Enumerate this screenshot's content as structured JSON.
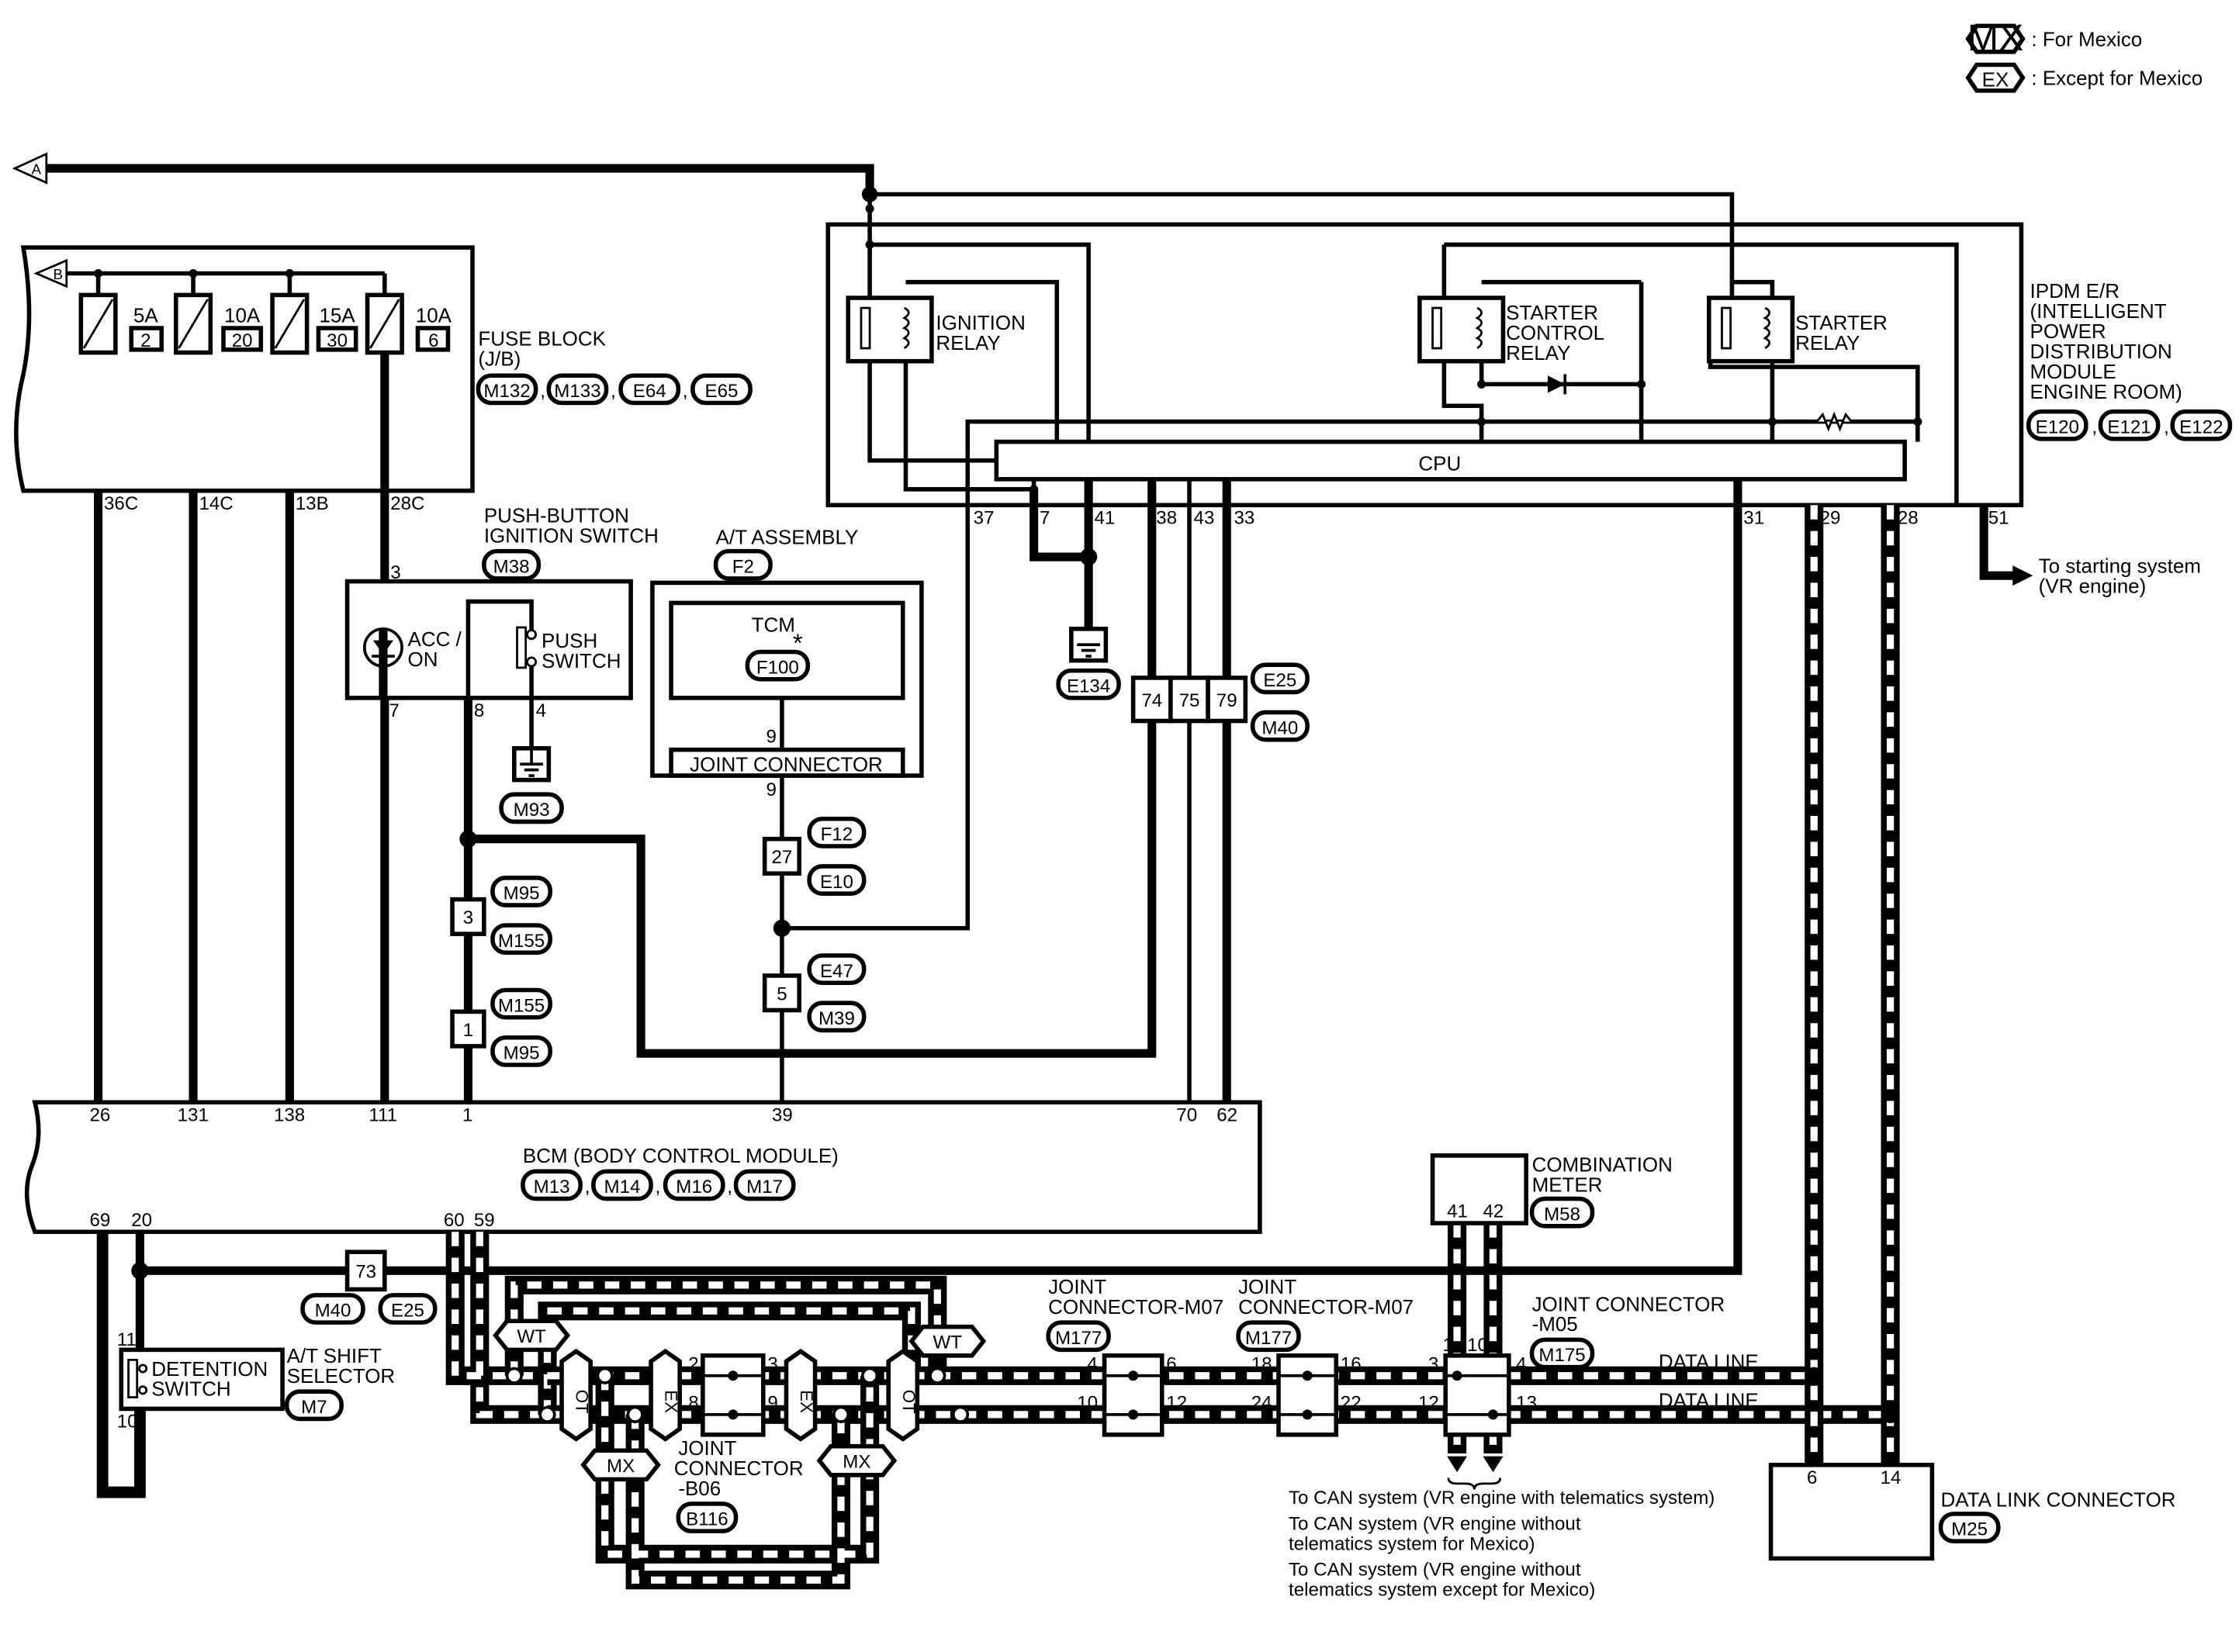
{
  "legend": [
    {
      "code": "MX",
      "text": ": For Mexico"
    },
    {
      "code": "EX",
      "text": ": Except for Mexico"
    }
  ],
  "flags": {
    "a": "A",
    "b": "B"
  },
  "fuse_block": {
    "title": "FUSE BLOCK",
    "subtitle": "(J/B)",
    "connectors": [
      "M132",
      "M133",
      "E64",
      "E65"
    ],
    "fuses": [
      {
        "amp": "5A",
        "num": "2",
        "pin": "36C"
      },
      {
        "amp": "10A",
        "num": "20",
        "pin": "14C"
      },
      {
        "amp": "15A",
        "num": "30",
        "pin": "13B"
      },
      {
        "amp": "10A",
        "num": "6",
        "pin": "28C"
      }
    ]
  },
  "ipdm": {
    "title_lines": [
      "IPDM E/R",
      "(INTELLIGENT",
      "POWER",
      "DISTRIBUTION",
      "MODULE",
      "ENGINE ROOM)"
    ],
    "connectors": [
      "E120",
      "E121",
      "E122"
    ],
    "cpu": "CPU",
    "ignition_relay": [
      "IGNITION",
      "RELAY"
    ],
    "starter_control_relay": [
      "STARTER",
      "CONTROL",
      "RELAY"
    ],
    "starter_relay": [
      "STARTER",
      "RELAY"
    ],
    "pins": [
      "37",
      "7",
      "41",
      "38",
      "43",
      "33",
      "31",
      "29",
      "28",
      "51"
    ]
  },
  "starting_system": [
    "To starting system",
    "(VR engine)"
  ],
  "push_button": {
    "title": [
      "PUSH-BUTTON",
      "IGNITION SWITCH"
    ],
    "connector": "M38",
    "acc": [
      "ACC /",
      "ON"
    ],
    "push": [
      "PUSH",
      "SWITCH"
    ],
    "pins": [
      "3",
      "7",
      "8",
      "4"
    ]
  },
  "at_assembly": {
    "title": "A/T ASSEMBLY",
    "connector": "F2",
    "tcm": "TCM",
    "tcm_connector": "F100",
    "star": "*",
    "joint": "JOINT CONNECTOR",
    "pins": [
      "9",
      "9"
    ]
  },
  "grounds": {
    "e134": "E134",
    "m93": "M93"
  },
  "inline": {
    "f12_e10": {
      "pin": "27",
      "top": "F12",
      "bottom": "E10"
    },
    "e47_m39": {
      "pin": "5",
      "top": "E47",
      "bottom": "M39"
    },
    "m95_m155": {
      "pin": "3",
      "top": "M95",
      "bottom": "M155"
    },
    "m155_m95": {
      "pin": "1",
      "top": "M155",
      "bottom": "M95"
    },
    "e25_m40": {
      "pins": [
        "74",
        "75",
        "79"
      ],
      "top": "E25",
      "bottom": "M40"
    },
    "m40_e25": {
      "pin": "73",
      "left": "M40",
      "right": "E25"
    }
  },
  "bcm": {
    "title": "BCM (BODY CONTROL MODULE)",
    "connectors": [
      "M13",
      "M14",
      "M16",
      "M17"
    ],
    "top_pins": [
      "26",
      "131",
      "138",
      "111",
      "1",
      "39",
      "70",
      "62"
    ],
    "bottom_pins": [
      "69",
      "20",
      "60",
      "59"
    ]
  },
  "combination_meter": {
    "title": [
      "COMBINATION",
      "METER"
    ],
    "connector": "M58",
    "pins": [
      "41",
      "42"
    ]
  },
  "shift_selector": {
    "title": [
      "A/T SHIFT",
      "SELECTOR"
    ],
    "connector": "M7",
    "switch": [
      "DETENTION",
      "SWITCH"
    ],
    "pins": [
      "11",
      "10"
    ]
  },
  "joint_b06": {
    "title": [
      "JOINT",
      "CONNECTOR",
      "-B06"
    ],
    "connector": "B116",
    "pins": [
      "2",
      "8",
      "3",
      "9"
    ]
  },
  "joint_m07_a": {
    "title": [
      "JOINT",
      "CONNECTOR-M07"
    ],
    "connector": "M177",
    "pins": [
      "4",
      "10",
      "6",
      "12"
    ]
  },
  "joint_m07_b": {
    "title": [
      "JOINT",
      "CONNECTOR-M07"
    ],
    "connector": "M177",
    "pins": [
      "18",
      "24",
      "16",
      "22"
    ]
  },
  "joint_m05": {
    "title": [
      "JOINT CONNECTOR",
      "-M05"
    ],
    "connector": "M175",
    "pins": [
      "3",
      "12",
      "1",
      "10",
      "4",
      "13"
    ]
  },
  "tags": {
    "wt": "WT",
    "ot": "OT",
    "ex": "EX",
    "mx": "MX"
  },
  "data_line": "DATA LINE",
  "data_link": {
    "title": "DATA LINK CONNECTOR",
    "connector": "M25",
    "pins": [
      "6",
      "14"
    ]
  },
  "can_notes": [
    "To CAN system (VR engine with telematics system)",
    "To CAN system (VR engine without",
    "telematics system for Mexico)",
    "To CAN system (VR engine without",
    "telematics system except for Mexico)"
  ]
}
